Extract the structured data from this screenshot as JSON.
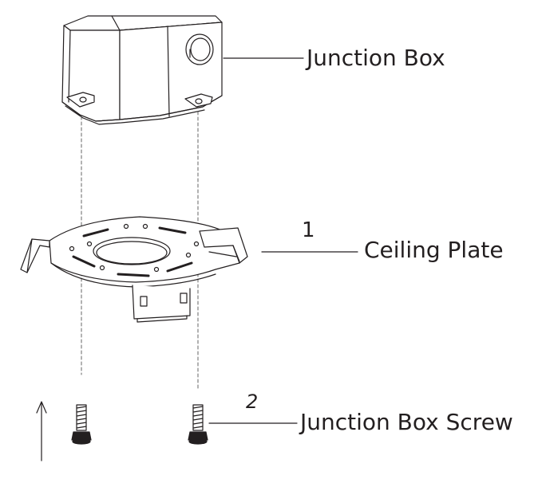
{
  "labels": {
    "junction_box": "Junction Box",
    "ceiling_plate": "Ceiling Plate",
    "junction_box_screw": "Junction Box Screw"
  },
  "numbers": {
    "ceiling_plate": "1",
    "junction_box_screw": "2"
  },
  "colors": {
    "line": "#231f20",
    "background": "#ffffff"
  },
  "icons": {
    "junction_box": "junction-box-icon",
    "ceiling_plate": "ceiling-plate-icon",
    "screw": "screw-icon",
    "arrow": "up-arrow-icon"
  }
}
